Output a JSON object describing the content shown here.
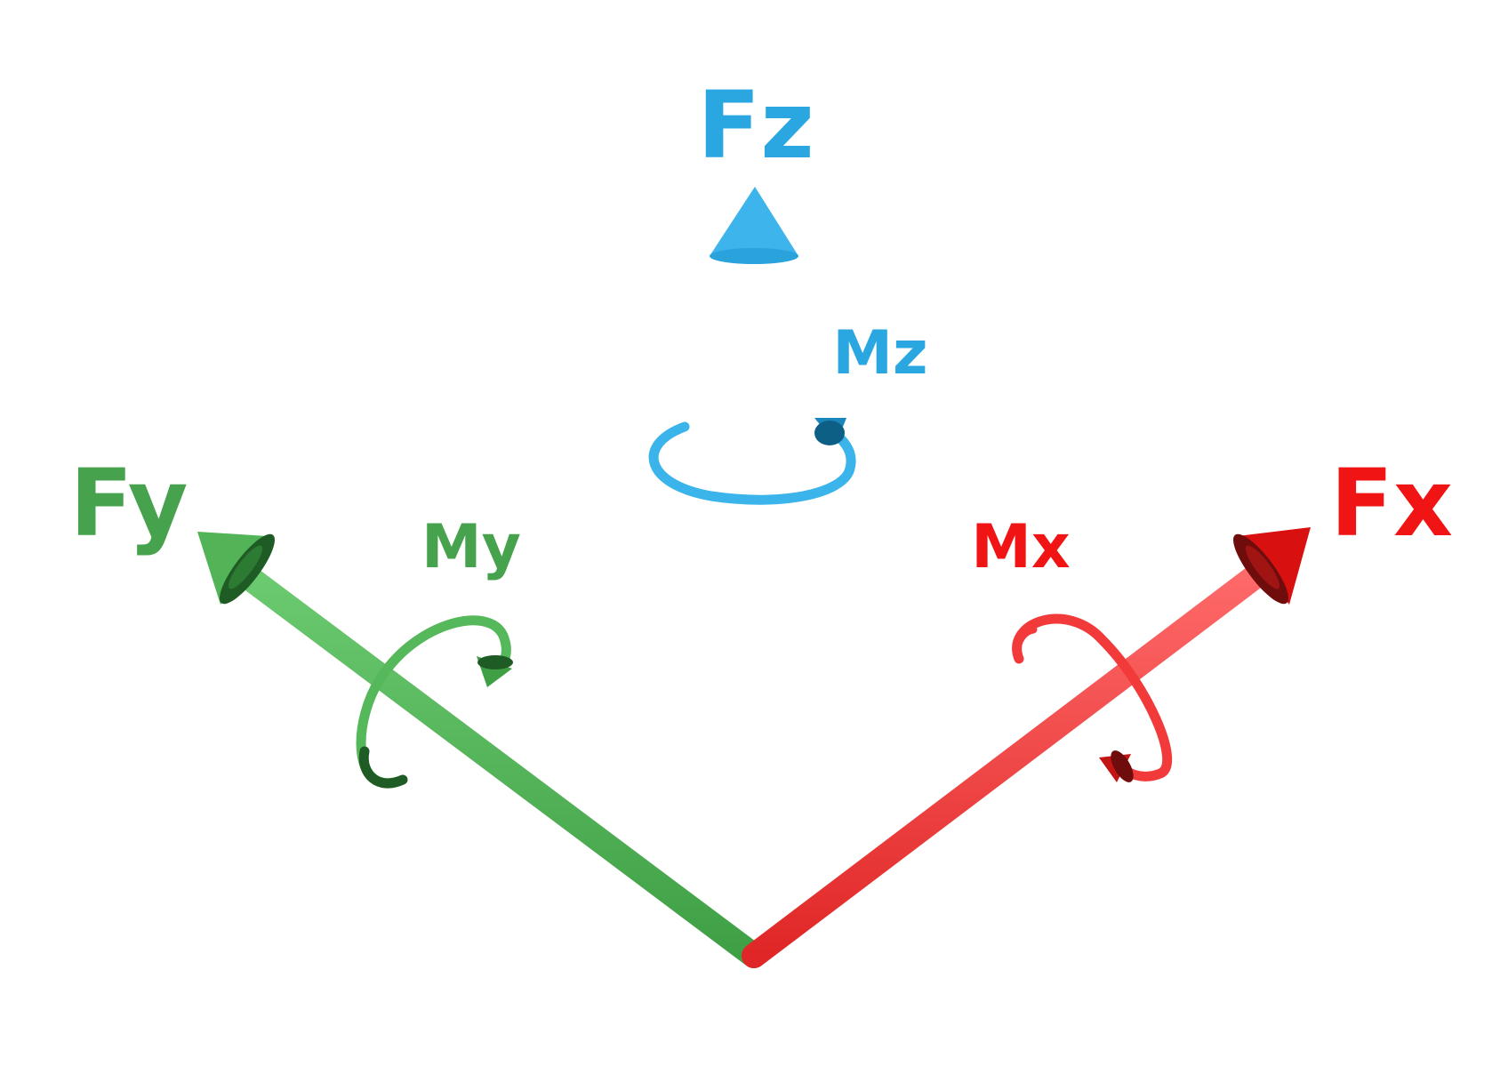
{
  "axes": [
    {
      "id": "z",
      "force_label": "Fz",
      "moment_label": "Mz",
      "color": "#3ab4ea",
      "color_dark": "#0d5f86",
      "color_label": "#2aa7e1"
    },
    {
      "id": "y",
      "force_label": "Fy",
      "moment_label": "My",
      "color": "#55b85a",
      "color_dark": "#1e5a22",
      "color_label": "#47a24d"
    },
    {
      "id": "x",
      "force_label": "Fx",
      "moment_label": "Mx",
      "color": "#f23a3a",
      "color_dark": "#7a0f0f",
      "color_label": "#f01414"
    }
  ]
}
